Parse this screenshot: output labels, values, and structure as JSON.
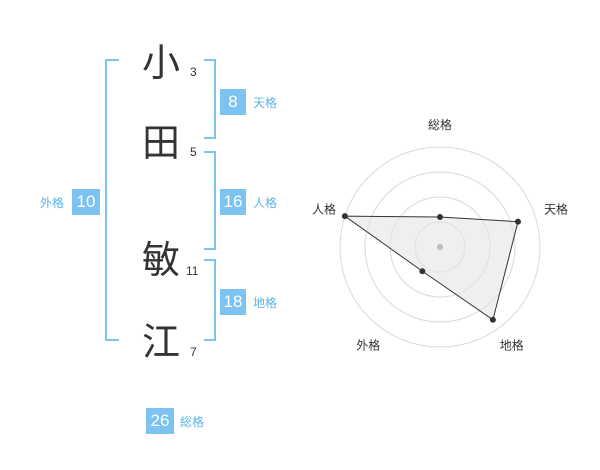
{
  "colors": {
    "accent": "#7dc3f2",
    "box": "#7dc3f2",
    "label": "#5cb3ea",
    "text": "#333333"
  },
  "name": [
    {
      "char": "小",
      "strokes": "3"
    },
    {
      "char": "田",
      "strokes": "5"
    },
    {
      "char": "敏",
      "strokes": "11"
    },
    {
      "char": "江",
      "strokes": "7"
    }
  ],
  "fortunes": {
    "tenkaku": {
      "value": "8",
      "label": "天格"
    },
    "jinkaku": {
      "value": "16",
      "label": "人格"
    },
    "chikaku": {
      "value": "18",
      "label": "地格"
    },
    "gaikaku": {
      "value": "10",
      "label": "外格"
    },
    "soukaku": {
      "value": "26",
      "label": "総格"
    }
  },
  "chart_data": {
    "type": "radar",
    "axes": [
      "総格",
      "天格",
      "地格",
      "外格",
      "人格"
    ],
    "values": [
      0.3,
      0.82,
      0.9,
      0.3,
      1.0
    ],
    "rings": 4
  }
}
